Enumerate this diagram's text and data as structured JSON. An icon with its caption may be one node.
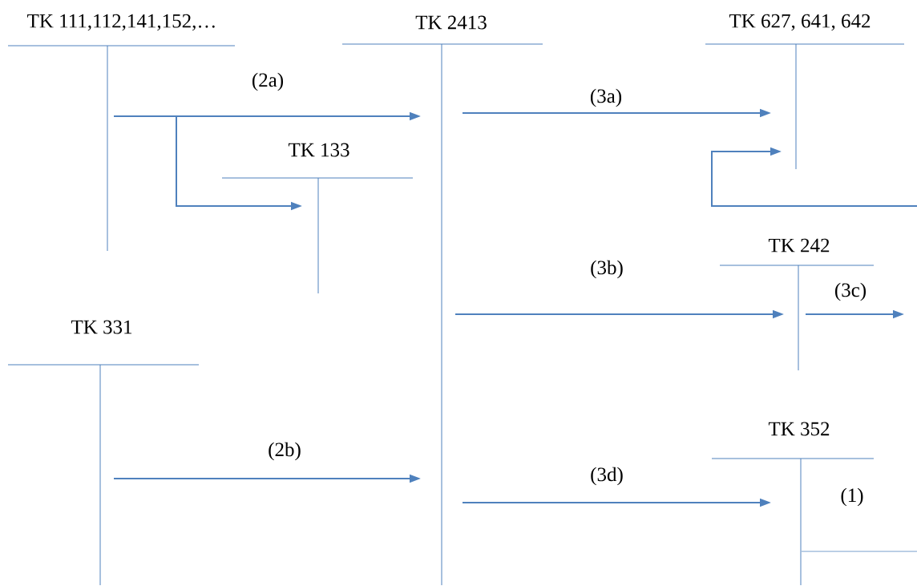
{
  "diagram": {
    "nodes": [
      {
        "text": [
          "TK 111,112,141,152,…"
        ]
      },
      {
        "text": [
          "TK 2413"
        ]
      },
      {
        "text": [
          "TK 627, 641, 642"
        ]
      },
      {
        "text": [
          "TK 133"
        ]
      },
      {
        "text": [
          "TK 242"
        ]
      },
      {
        "text": [
          "TK 331"
        ]
      },
      {
        "text": [
          "TK 352"
        ]
      }
    ],
    "edges": [
      {
        "from": 0,
        "to": 1,
        "arrow": "to",
        "label": "(2a)"
      },
      {
        "from": 0,
        "to": 3,
        "arrow": "to"
      },
      {
        "from": 1,
        "to": 2,
        "arrow": "to",
        "label": "(3a)"
      },
      {
        "from": null,
        "to": 2,
        "arrow": "to"
      },
      {
        "from": 1,
        "to": 4,
        "arrow": "to",
        "label": "(3b)"
      },
      {
        "from": 4,
        "to": null,
        "arrow": "to",
        "label": "(3c)"
      },
      {
        "from": 5,
        "to": 1,
        "arrow": "to",
        "label": "(2b)"
      },
      {
        "from": 1,
        "to": 6,
        "arrow": "to",
        "label": "(3d)"
      }
    ],
    "labels": [
      "(1)"
    ]
  }
}
